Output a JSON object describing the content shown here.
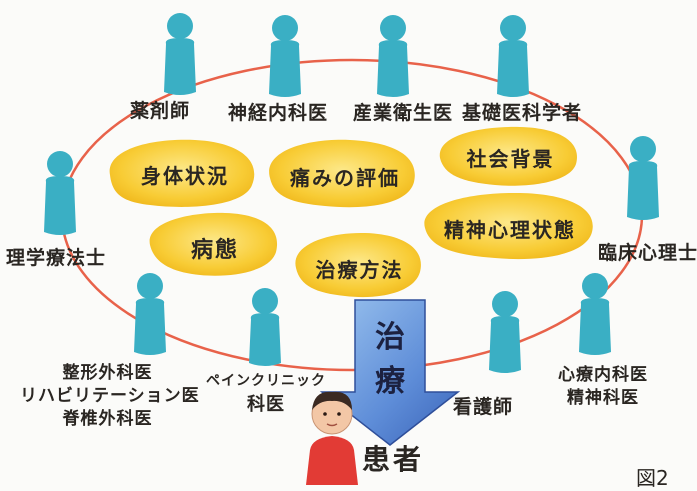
{
  "roles": {
    "pharmacist": "薬剤師",
    "neurologist": "神経内科医",
    "occupational_physician": "産業衛生医",
    "basic_scientist": "基礎医科学者",
    "physical_therapist": "理学療法士",
    "clinical_psychologist": "臨床心理士",
    "orthopedic": [
      "整形外科医",
      "リハビリテーション医",
      "脊椎外科医"
    ],
    "pain_clinic": [
      "ペインクリニック",
      "科医"
    ],
    "nurse": "看護師",
    "psych": [
      "心療内科医",
      "精神科医"
    ]
  },
  "factors": {
    "physical": "身体状況",
    "pain_eval": "痛みの評価",
    "social": "社会背景",
    "mental": "精神心理状態",
    "pathology": "病態",
    "treatment_method": "治療方法"
  },
  "arrow_text": [
    "治",
    "療"
  ],
  "patient": "患者",
  "figure_label": "図2",
  "colors": {
    "ellipse": "#e8624a",
    "person": "#3aafc4",
    "person_dark": "#2b95ab",
    "blob": "#f7c52a",
    "blob_light": "#fde27a",
    "arrow": "#4f7dc9",
    "patient_shirt": "#e23b35"
  }
}
